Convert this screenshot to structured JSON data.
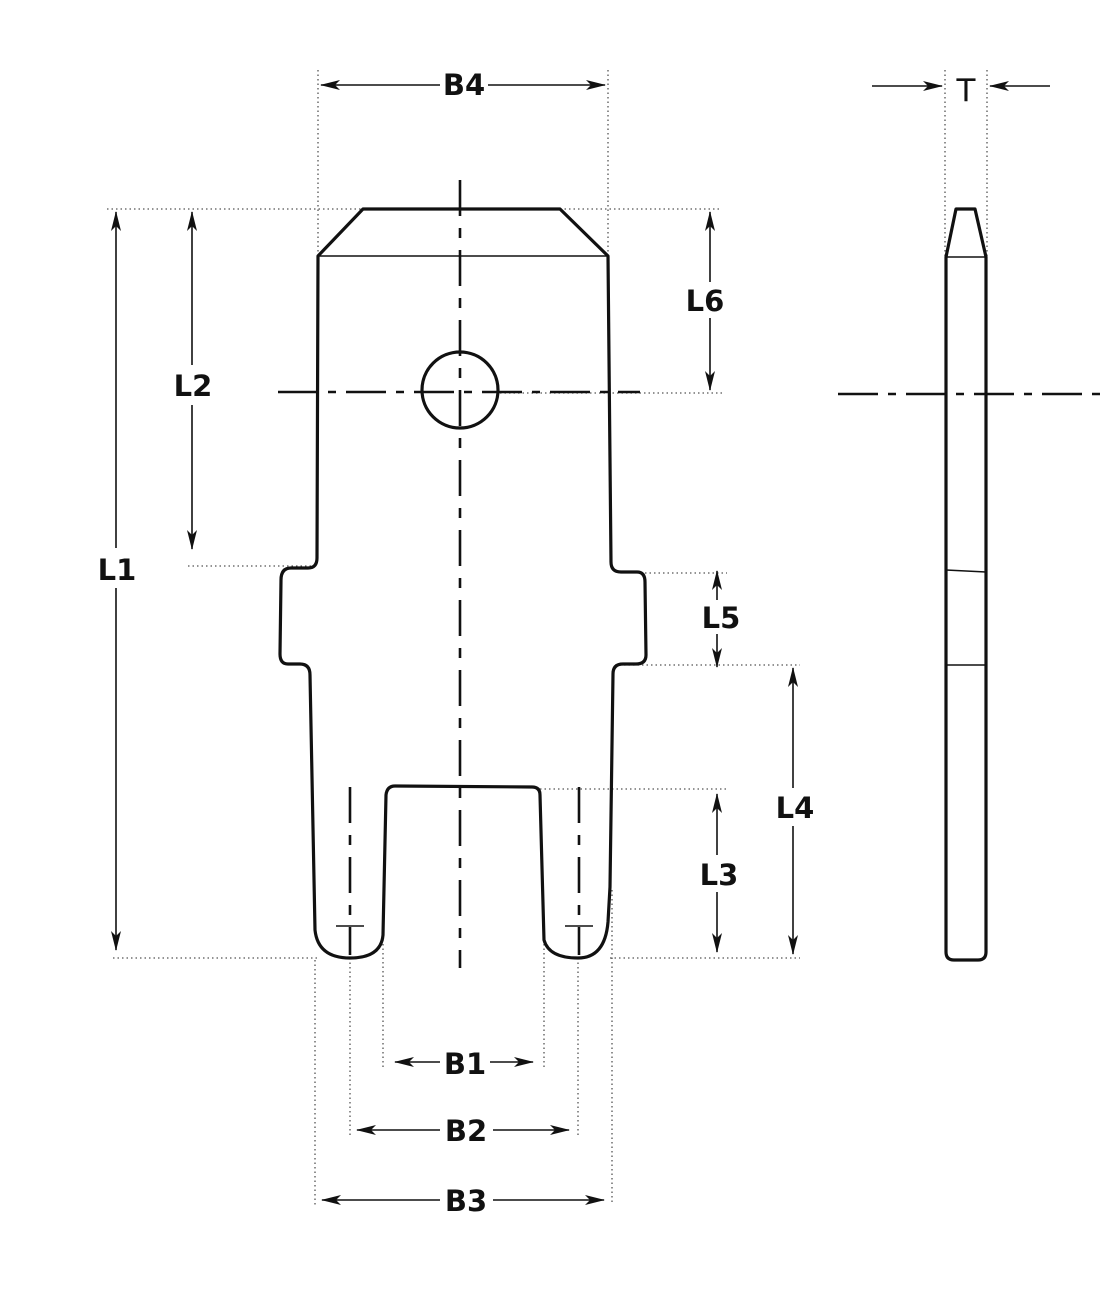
{
  "dimensions": {
    "b4": "B4",
    "t": "T",
    "l6": "L6",
    "l2": "L2",
    "l1": "L1",
    "l5": "L5",
    "l4": "L4",
    "l3": "L3",
    "b1": "B1",
    "b2": "B2",
    "b3": "B3"
  }
}
